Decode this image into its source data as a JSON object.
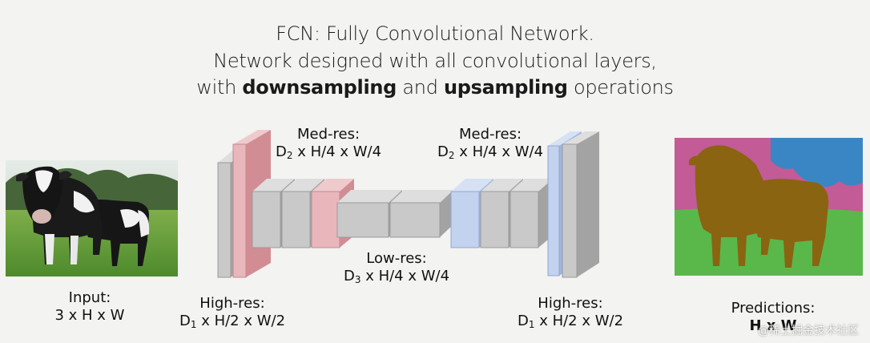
{
  "title": {
    "line1": "FCN: Fully Convolutional Network.",
    "line2": "Network designed with all convolutional layers,",
    "line3_pre": "with ",
    "line3_bold1": "downsampling",
    "line3_mid": " and ",
    "line3_bold2": "upsampling",
    "line3_post": " operations"
  },
  "labels": {
    "input": {
      "line1": "Input:",
      "line2": "3 x H x W"
    },
    "high_res_left": {
      "line1": "High-res:",
      "d": "D",
      "sub": "1",
      "rest": " x H/2 x W/2"
    },
    "med_res_left": {
      "line1": "Med-res:",
      "d": "D",
      "sub": "2",
      "rest": " x H/4 x W/4"
    },
    "low_res": {
      "line1": "Low-res:",
      "d": "D",
      "sub": "3",
      "rest": " x H/4 x W/4"
    },
    "med_res_right": {
      "line1": "Med-res:",
      "d": "D",
      "sub": "2",
      "rest": " x H/4 x W/4"
    },
    "high_res_right": {
      "line1": "High-res:",
      "d": "D",
      "sub": "1",
      "rest": " x H/2 x W/2"
    },
    "predictions": {
      "line1": "Predictions:",
      "line2": "H x W"
    }
  },
  "watermark": "@稀土掘金技术社区",
  "colors": {
    "gray_front": "#c9c9c9",
    "gray_side": "#a3a3a3",
    "gray_top": "#dedede",
    "pink_front": "#e9b6bb",
    "pink_side": "#d28d94",
    "blue_front": "#c3d2ef",
    "blue_side": "#9fb5e0",
    "seg_pink": "#c25b96",
    "seg_blue": "#3a86c4",
    "seg_green": "#5ab84a",
    "seg_cow": "#8a6411"
  }
}
